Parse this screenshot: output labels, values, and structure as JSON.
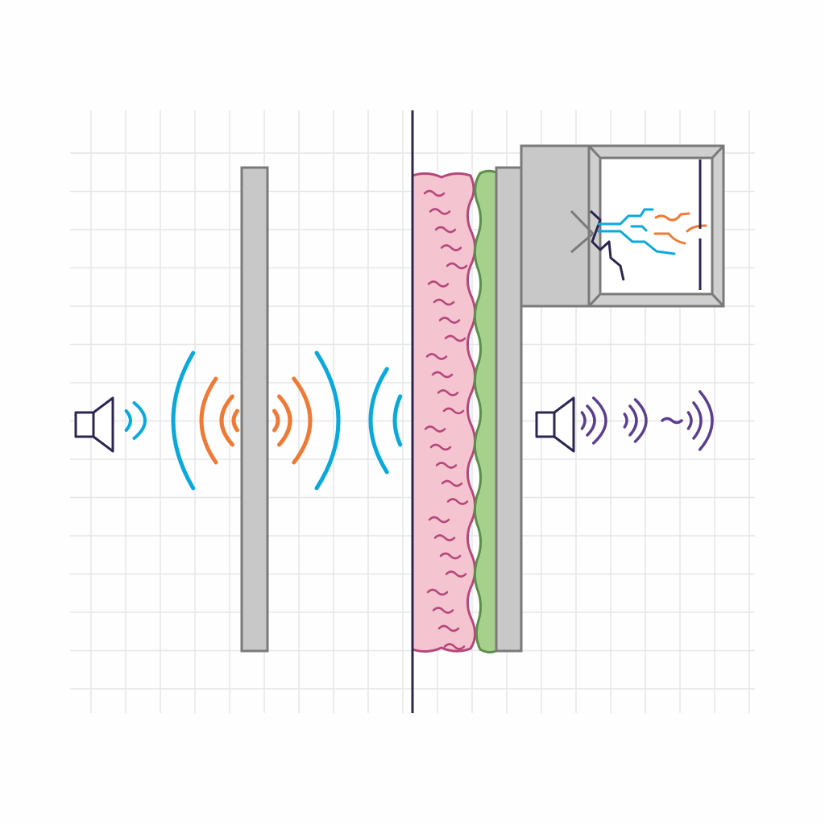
{
  "diagram": {
    "elements": {
      "left_speaker": {
        "icon": "speaker-icon"
      },
      "right_speaker": {
        "icon": "speaker-icon"
      },
      "rigid_panel": {
        "icon": "panel"
      },
      "insulation_layer": {
        "icon": "insulation"
      },
      "membrane_layer": {
        "icon": "membrane"
      },
      "backing_panel": {
        "icon": "panel"
      },
      "window_box": {
        "icon": "window-frame"
      }
    },
    "colors": {
      "grid": "#e6e6e6",
      "panel_fill": "#c8c8c8",
      "panel_stroke": "#7a7a7a",
      "insulation_fill": "#f4c4d0",
      "insulation_stroke": "#b5477a",
      "membrane_fill": "#a8d08d",
      "membrane_stroke": "#5a8f4a",
      "divider_line": "#2d2550",
      "wave_blue": "#0aa9dc",
      "wave_orange": "#ef7a35",
      "wave_purple": "#5b3f8f",
      "speaker_stroke": "#2d2550"
    }
  }
}
